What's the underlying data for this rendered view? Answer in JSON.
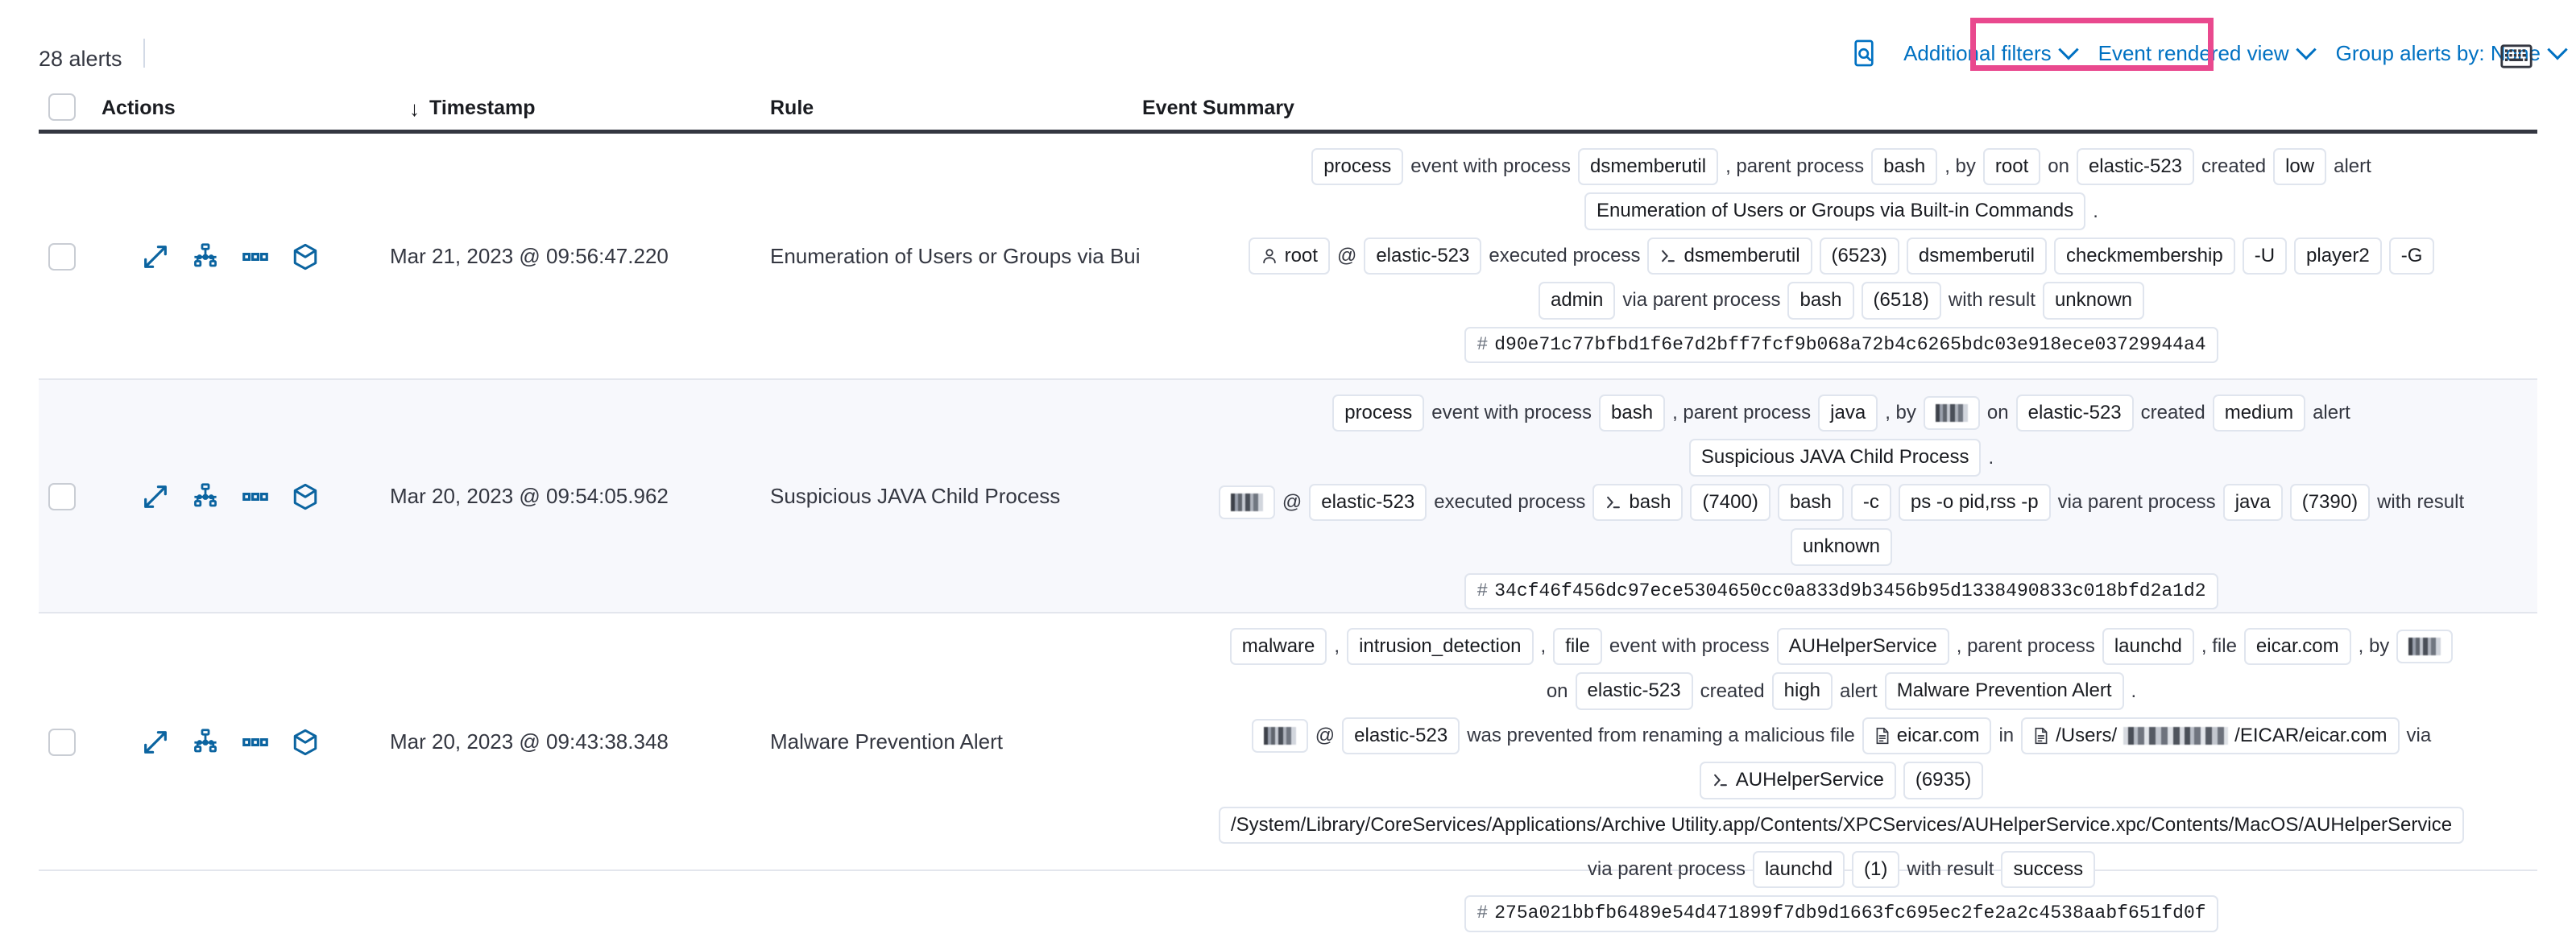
{
  "toolbar": {
    "alert_count": "28 alerts",
    "search_icon": "document-search-icon",
    "additional_filters": "Additional filters",
    "event_rendered_view": "Event rendered view",
    "group_alerts_by": "Group alerts by: None",
    "keyboard_icon": "keyboard-icon",
    "highlight_color": "#e9498e",
    "link_color": "#0071c2"
  },
  "columns": {
    "actions": "Actions",
    "sort_arrow": "↓",
    "timestamp": "Timestamp",
    "rule": "Rule",
    "event_summary": "Event Summary"
  },
  "row_actions": [
    {
      "name": "expand-alert-details-icon"
    },
    {
      "name": "analyze-event-icon"
    },
    {
      "name": "more-actions-icon"
    },
    {
      "name": "session-view-icon"
    }
  ],
  "rows": [
    {
      "timestamp": "Mar 21, 2023 @ 09:56:47.220",
      "rule": "Enumeration of Users or Groups via Bui",
      "summary": [
        [
          {
            "t": "chip",
            "v": "process"
          },
          {
            "t": "word",
            "v": "event with process"
          },
          {
            "t": "chip",
            "v": "dsmemberutil"
          },
          {
            "t": "word",
            "v": ", parent process"
          },
          {
            "t": "chip",
            "v": "bash"
          },
          {
            "t": "word",
            "v": ", by"
          },
          {
            "t": "chip",
            "v": "root"
          },
          {
            "t": "word",
            "v": "on"
          },
          {
            "t": "chip",
            "v": "elastic-523"
          },
          {
            "t": "word",
            "v": "created"
          },
          {
            "t": "chip",
            "v": "low"
          },
          {
            "t": "word",
            "v": "alert"
          }
        ],
        [
          {
            "t": "chip",
            "v": "Enumeration of Users or Groups via Built-in Commands"
          },
          {
            "t": "word",
            "v": "."
          }
        ],
        [
          {
            "t": "chip",
            "v": "root",
            "icon": "user-icon"
          },
          {
            "t": "word",
            "v": "@"
          },
          {
            "t": "chip",
            "v": "elastic-523"
          },
          {
            "t": "word",
            "v": "executed process"
          },
          {
            "t": "chip",
            "v": "dsmemberutil",
            "icon": "console-icon"
          },
          {
            "t": "chip",
            "v": "(6523)"
          },
          {
            "t": "chip",
            "v": "dsmemberutil"
          },
          {
            "t": "chip",
            "v": "checkmembership"
          },
          {
            "t": "chip",
            "v": "-U"
          },
          {
            "t": "chip",
            "v": "player2"
          },
          {
            "t": "chip",
            "v": "-G"
          }
        ],
        [
          {
            "t": "chip",
            "v": "admin"
          },
          {
            "t": "word",
            "v": "via parent process"
          },
          {
            "t": "chip",
            "v": "bash"
          },
          {
            "t": "chip",
            "v": "(6518)"
          },
          {
            "t": "word",
            "v": "with result"
          },
          {
            "t": "chip",
            "v": "unknown"
          }
        ],
        [
          {
            "t": "hash",
            "v": "d90e71c77bfbd1f6e7d2bff7fcf9b068a72b4c6265bdc03e918ece03729944a4"
          }
        ]
      ]
    },
    {
      "timestamp": "Mar 20, 2023 @ 09:54:05.962",
      "rule": "Suspicious JAVA Child Process",
      "summary": [
        [
          {
            "t": "chip",
            "v": "process"
          },
          {
            "t": "word",
            "v": "event with process"
          },
          {
            "t": "chip",
            "v": "bash"
          },
          {
            "t": "word",
            "v": ", parent process"
          },
          {
            "t": "chip",
            "v": "java"
          },
          {
            "t": "word",
            "v": ", by"
          },
          {
            "t": "chip",
            "v": "",
            "redacted": "narrow"
          },
          {
            "t": "word",
            "v": "on"
          },
          {
            "t": "chip",
            "v": "elastic-523"
          },
          {
            "t": "word",
            "v": "created"
          },
          {
            "t": "chip",
            "v": "medium"
          },
          {
            "t": "word",
            "v": "alert"
          }
        ],
        [
          {
            "t": "chip",
            "v": "Suspicious JAVA Child Process"
          },
          {
            "t": "word",
            "v": "."
          }
        ],
        [
          {
            "t": "chip",
            "v": "",
            "redacted": "narrow"
          },
          {
            "t": "word",
            "v": "@"
          },
          {
            "t": "chip",
            "v": "elastic-523"
          },
          {
            "t": "word",
            "v": "executed process"
          },
          {
            "t": "chip",
            "v": "bash",
            "icon": "console-icon"
          },
          {
            "t": "chip",
            "v": "(7400)"
          },
          {
            "t": "chip",
            "v": "bash"
          },
          {
            "t": "chip",
            "v": "-c"
          },
          {
            "t": "chip",
            "v": "ps -o pid,rss -p"
          },
          {
            "t": "word",
            "v": "via parent process"
          },
          {
            "t": "chip",
            "v": "java"
          },
          {
            "t": "chip",
            "v": "(7390)"
          },
          {
            "t": "word",
            "v": "with result"
          }
        ],
        [
          {
            "t": "chip",
            "v": "unknown"
          }
        ],
        [
          {
            "t": "hash",
            "v": "34cf46f456dc97ece5304650cc0a833d9b3456b95d1338490833c018bfd2a1d2"
          }
        ]
      ]
    },
    {
      "timestamp": "Mar 20, 2023 @ 09:43:38.348",
      "rule": "Malware Prevention Alert",
      "summary": [
        [
          {
            "t": "chip",
            "v": "malware"
          },
          {
            "t": "word",
            "v": ","
          },
          {
            "t": "chip",
            "v": "intrusion_detection"
          },
          {
            "t": "word",
            "v": ","
          },
          {
            "t": "chip",
            "v": "file"
          },
          {
            "t": "word",
            "v": "event with process"
          },
          {
            "t": "chip",
            "v": "AUHelperService"
          },
          {
            "t": "word",
            "v": ", parent process"
          },
          {
            "t": "chip",
            "v": "launchd"
          },
          {
            "t": "word",
            "v": ", file"
          },
          {
            "t": "chip",
            "v": "eicar.com"
          },
          {
            "t": "word",
            "v": ", by"
          },
          {
            "t": "chip",
            "v": "",
            "redacted": "narrow"
          }
        ],
        [
          {
            "t": "word",
            "v": "on"
          },
          {
            "t": "chip",
            "v": "elastic-523"
          },
          {
            "t": "word",
            "v": "created"
          },
          {
            "t": "chip",
            "v": "high"
          },
          {
            "t": "word",
            "v": "alert"
          },
          {
            "t": "chip",
            "v": "Malware Prevention Alert"
          },
          {
            "t": "word",
            "v": "."
          }
        ],
        [
          {
            "t": "chip",
            "v": "",
            "redacted": "narrow"
          },
          {
            "t": "word",
            "v": "@"
          },
          {
            "t": "chip",
            "v": "elastic-523"
          },
          {
            "t": "word",
            "v": "was prevented from renaming a malicious file"
          },
          {
            "t": "chip",
            "v": "eicar.com",
            "icon": "file-icon"
          },
          {
            "t": "word",
            "v": "in"
          },
          {
            "t": "chip",
            "v": "/Users/",
            "icon": "file-icon",
            "suffix": "/EICAR/eicar.com",
            "redacted": "wide"
          },
          {
            "t": "word",
            "v": "via"
          }
        ],
        [
          {
            "t": "chip",
            "v": "AUHelperService",
            "icon": "console-icon"
          },
          {
            "t": "chip",
            "v": "(6935)"
          }
        ],
        [
          {
            "t": "chip",
            "v": "/System/Library/CoreServices/Applications/Archive Utility.app/Contents/XPCServices/AUHelperService.xpc/Contents/MacOS/AUHelperService"
          }
        ],
        [
          {
            "t": "word",
            "v": "via parent process"
          },
          {
            "t": "chip",
            "v": "launchd"
          },
          {
            "t": "chip",
            "v": "(1)"
          },
          {
            "t": "word",
            "v": "with result"
          },
          {
            "t": "chip",
            "v": "success"
          }
        ],
        [
          {
            "t": "hash",
            "v": "275a021bbfb6489e54d471899f7db9d1663fc695ec2fe2a2c4538aabf651fd0f"
          }
        ]
      ]
    }
  ]
}
